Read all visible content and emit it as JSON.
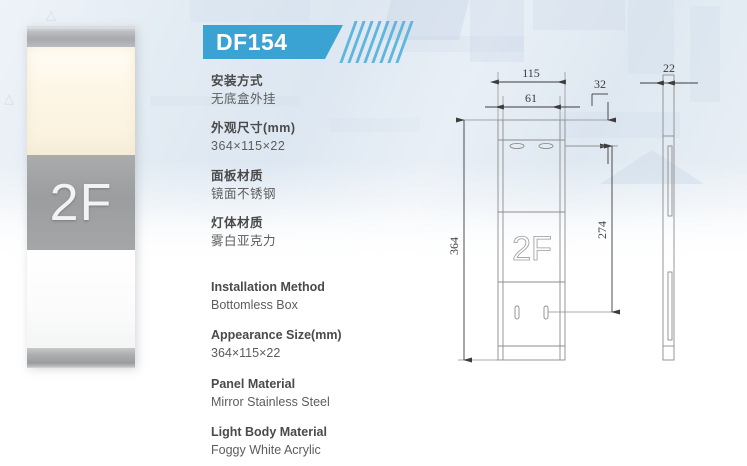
{
  "product": {
    "model": "DF154",
    "photo": {
      "floor_label": "2F",
      "cap_color": "#a7a9ac",
      "lit_panel_color": "#fdf7e8",
      "mid_panel_color": "#9b9d9f",
      "white_panel_color": "#ffffff"
    }
  },
  "banner": {
    "label": "DF154",
    "accent_color": "#3ba3d4",
    "stripe_color": "#5fb6dd",
    "stripe_count": 8
  },
  "specs_cn": [
    {
      "label": "安装方式",
      "value": "无底盒外挂"
    },
    {
      "label": "外观尺寸(mm)",
      "value": "364×115×22"
    },
    {
      "label": "面板材质",
      "value": "镜面不锈钢"
    },
    {
      "label": "灯体材质",
      "value": "雾白亚克力"
    }
  ],
  "specs_en": [
    {
      "label": "Installation Method",
      "value": "Bottomless Box"
    },
    {
      "label": "Appearance Size(mm)",
      "value": "364×115×22"
    },
    {
      "label": "Panel Material",
      "value": "Mirror Stainless Steel"
    },
    {
      "label": "Light Body Material",
      "value": "Foggy White Acrylic"
    }
  ],
  "drawing": {
    "front_view_label": "2F",
    "dimensions": {
      "width_total": "115",
      "width_inner": "61",
      "offset_top": "32",
      "depth": "22",
      "height_total": "364",
      "height_inner": "274"
    }
  }
}
